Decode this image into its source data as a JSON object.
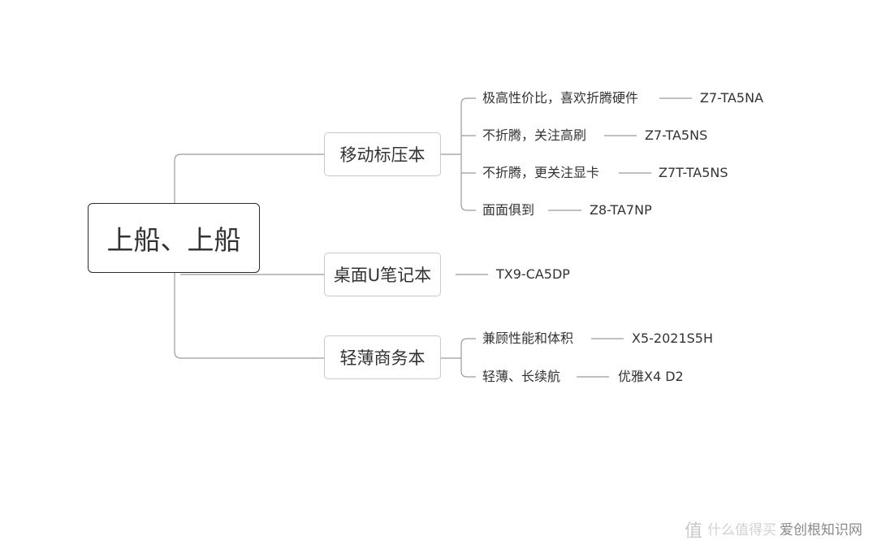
{
  "root": {
    "label": "上船、上船"
  },
  "branches": [
    {
      "label": "移动标压本",
      "leaves": [
        {
          "label": "极高性价比，喜欢折腾硬件",
          "model": "Z7-TA5NA"
        },
        {
          "label": "不折腾，关注高刷",
          "model": "Z7-TA5NS"
        },
        {
          "label": "不折腾，更关注显卡",
          "model": "Z7T-TA5NS"
        },
        {
          "label": "面面俱到",
          "model": "Z8-TA7NP"
        }
      ]
    },
    {
      "label": "桌面U笔记本",
      "leaves": [
        {
          "label": "",
          "model": "TX9-CA5DP"
        }
      ]
    },
    {
      "label": "轻薄商务本",
      "leaves": [
        {
          "label": "兼顾性能和体积",
          "model": "X5-2021S5H"
        },
        {
          "label": "轻薄、长续航",
          "model": "优雅X4 D2"
        }
      ]
    }
  ],
  "watermark": {
    "icon": "value-icon",
    "faint_text": "什么值得买",
    "text": "爱创根知识网"
  },
  "colors": {
    "line": "#9b9b9b",
    "branch_border": "#c9c9c9",
    "root_border": "#2b2b2b",
    "text": "#333333"
  }
}
